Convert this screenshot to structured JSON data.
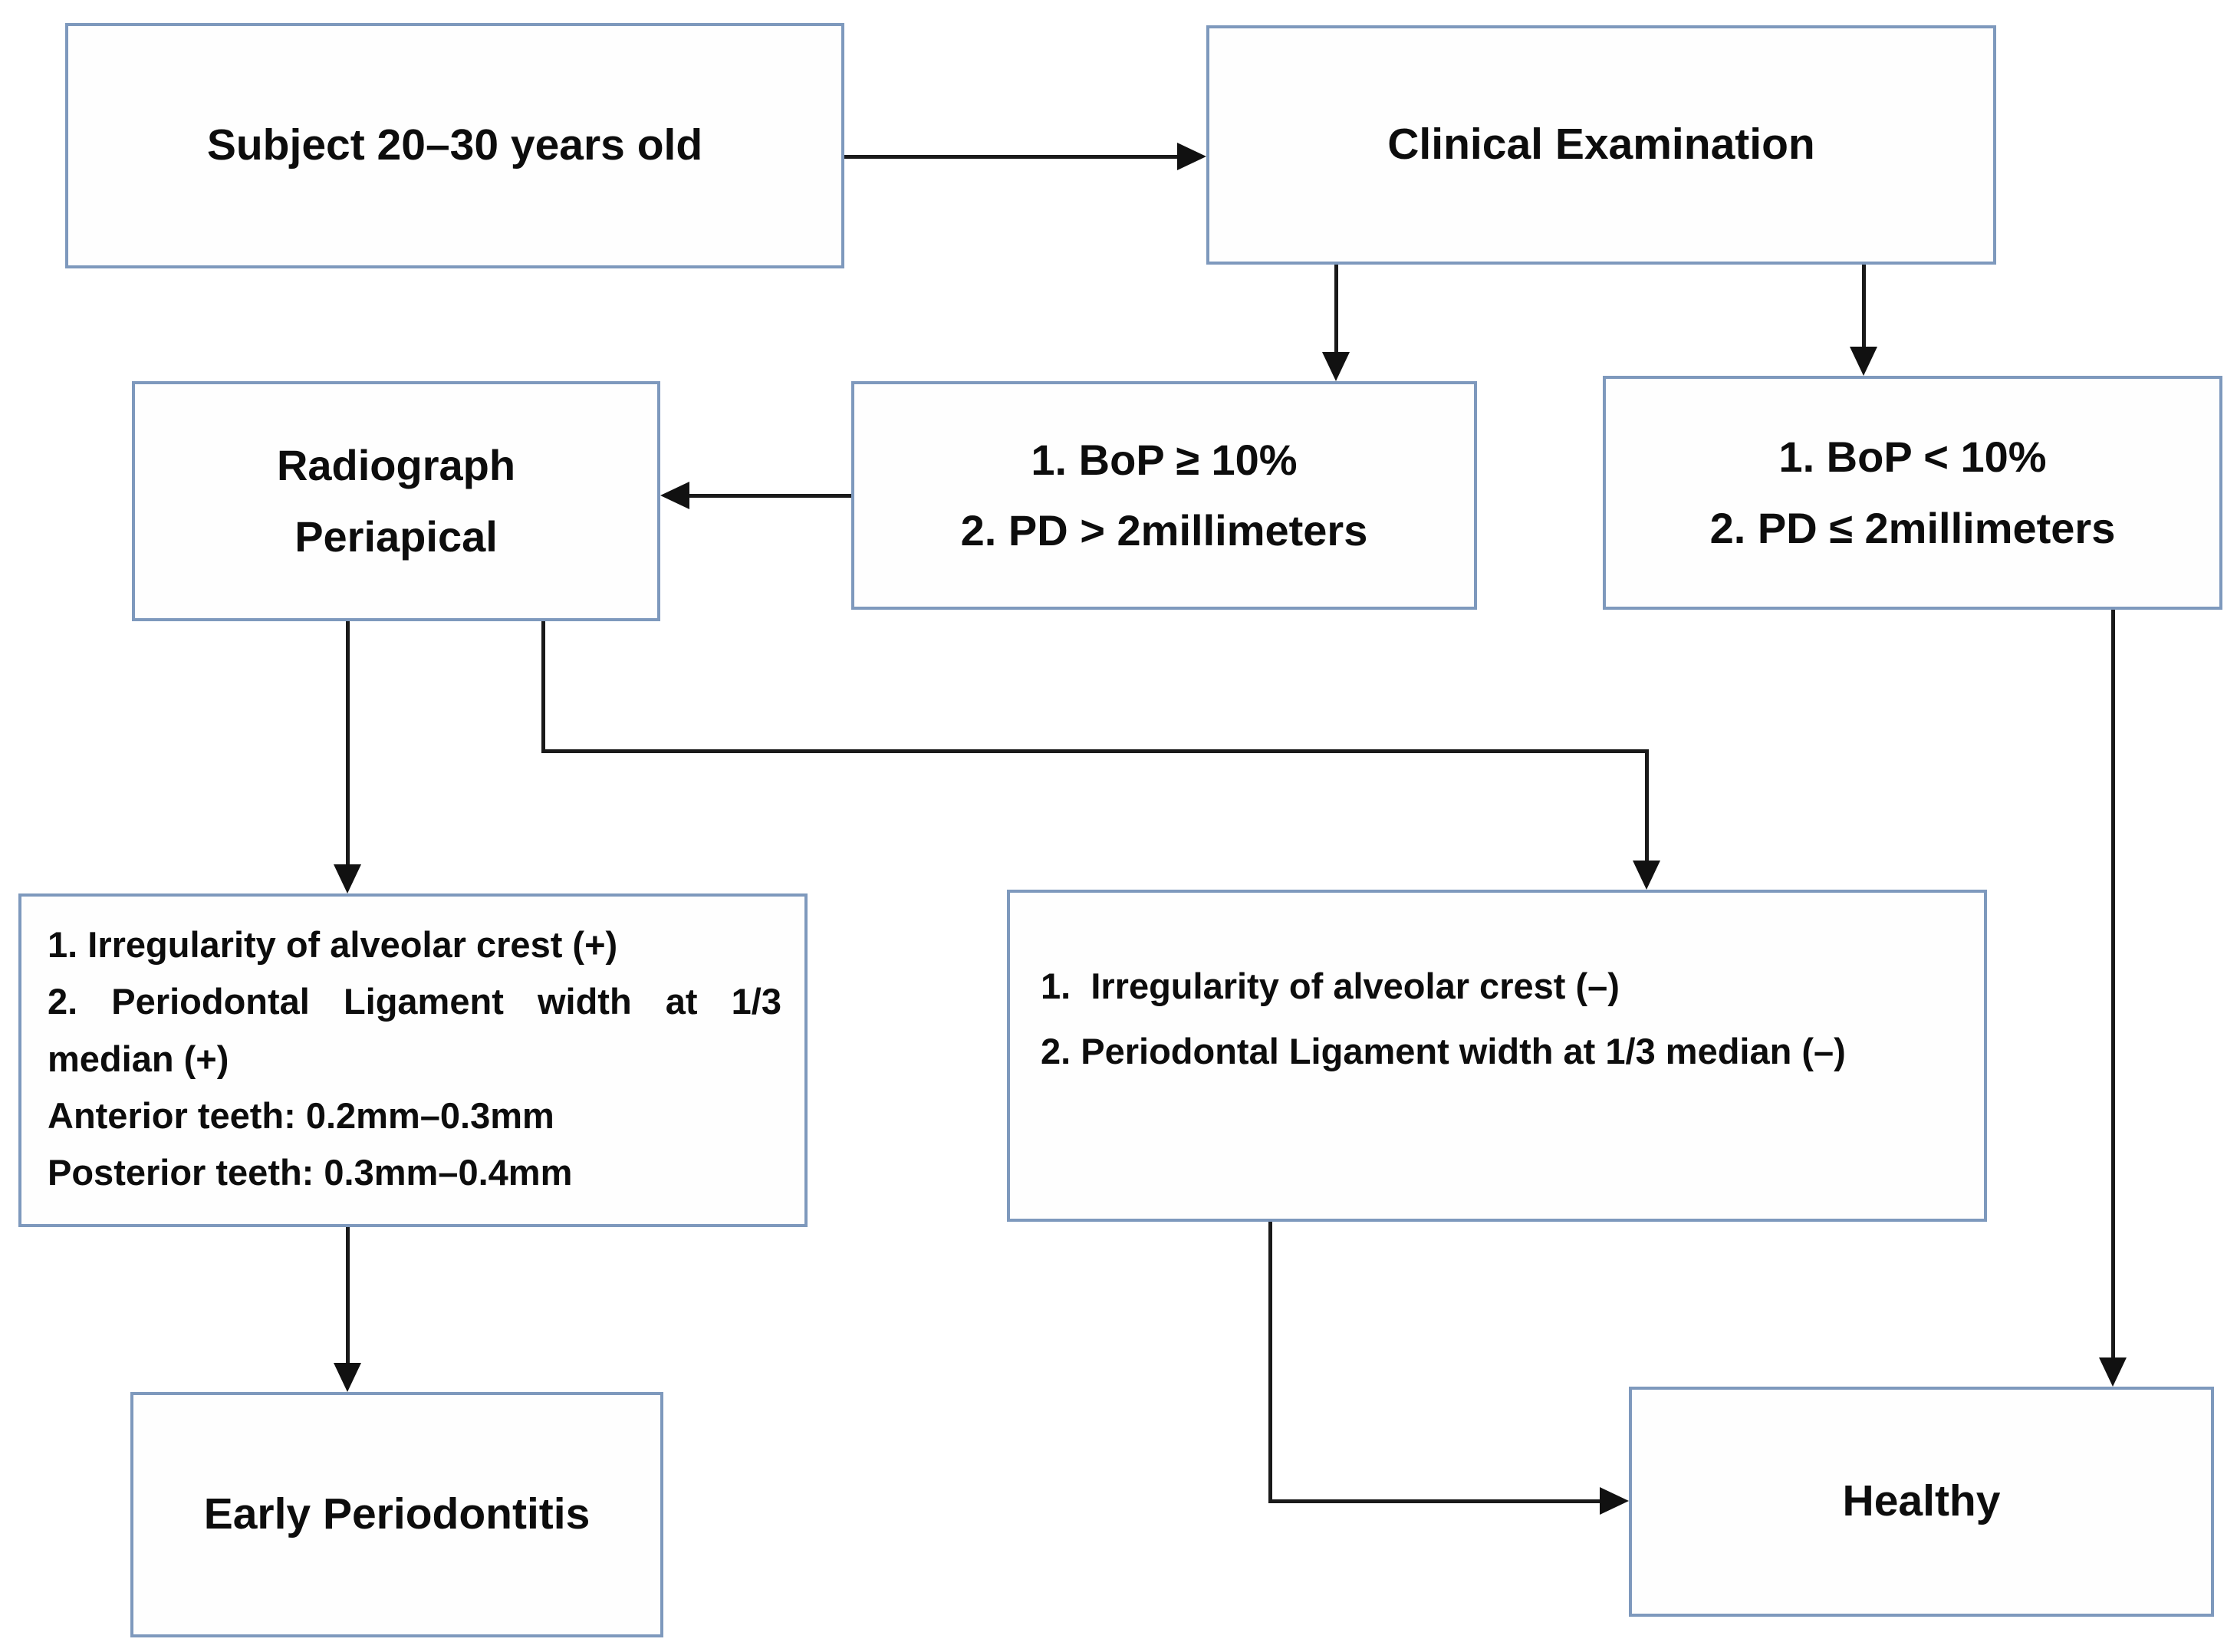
{
  "colors": {
    "box_border": "#7e99bd",
    "box_fill": "#fefefe",
    "connector": "#1a1a1a",
    "text": "#0d0d0d",
    "background": "#ffffff"
  },
  "nodes": {
    "subject": {
      "label": "Subject 20–30 years old"
    },
    "clinical_exam": {
      "label": "Clinical Examination"
    },
    "radiograph": {
      "lines": [
        "Radiograph",
        "Periapical"
      ]
    },
    "bop_high": {
      "lines": [
        "1. BoP ≥ 10%",
        "2. PD > 2millimeters"
      ]
    },
    "bop_low": {
      "lines": [
        "1. BoP < 10%",
        "2. PD ≤ 2millimeters"
      ]
    },
    "radiograph_positive": {
      "lines": [
        "1. Irregularity of alveolar crest (+)",
        "2. Periodontal Ligament width at 1/3",
        "median (+)",
        "Anterior teeth: 0.2mm–0.3mm",
        "Posterior teeth: 0.3mm–0.4mm"
      ]
    },
    "radiograph_negative": {
      "lines": [
        "1.  Irregularity of alveolar crest (–)",
        "2. Periodontal Ligament width at 1/3 median (–)"
      ]
    },
    "early_periodontitis": {
      "label": "Early Periodontitis"
    },
    "healthy": {
      "label": "Healthy"
    }
  },
  "connections": [
    {
      "from": "subject",
      "to": "clinical_exam"
    },
    {
      "from": "clinical_exam",
      "to": "bop_high"
    },
    {
      "from": "clinical_exam",
      "to": "bop_low"
    },
    {
      "from": "bop_high",
      "to": "radiograph"
    },
    {
      "from": "radiograph",
      "to": "radiograph_positive"
    },
    {
      "from": "radiograph",
      "to": "radiograph_negative"
    },
    {
      "from": "radiograph_positive",
      "to": "early_periodontitis"
    },
    {
      "from": "radiograph_negative",
      "to": "healthy"
    },
    {
      "from": "bop_low",
      "to": "healthy"
    }
  ]
}
